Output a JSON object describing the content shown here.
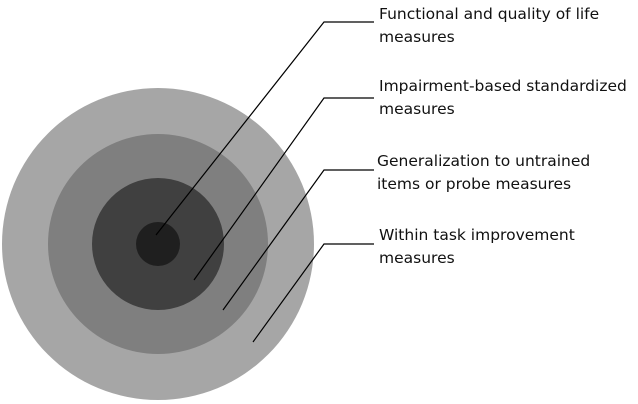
{
  "rings": [
    {
      "id": "functional-quality-of-life",
      "label_lines": [
        "Functional and quality of life",
        "measures"
      ],
      "color": "#a6a6a6"
    },
    {
      "id": "impairment-based",
      "label_lines": [
        "Impairment-based standardized",
        "measures"
      ],
      "color": "#7f7f7f"
    },
    {
      "id": "generalization",
      "label_lines": [
        "Generalization to untrained",
        "items or probe measures"
      ],
      "color": "#404040"
    },
    {
      "id": "within-task",
      "label_lines": [
        "Within task improvement",
        "measures"
      ],
      "color": "#1f1f1f"
    }
  ],
  "leader_color": "#000000"
}
